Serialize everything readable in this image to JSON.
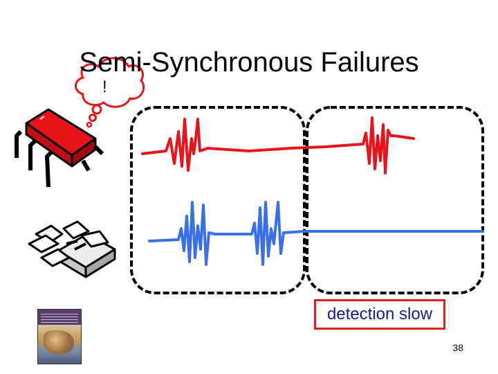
{
  "slide": {
    "title": "Semi-Synchronous Failures",
    "thought_symbol": "!",
    "caption": "detection slow",
    "slide_number": "38"
  },
  "colors": {
    "red_process": "#e8141a",
    "blue_process": "#3a6fe8",
    "caption_border": "#e0201e",
    "caption_text": "#1a1a8c"
  },
  "icons": {
    "thought_bubble": "thought-bubble-icon",
    "live_process": "red-bug-chip-icon",
    "crashed_process": "dead-bug-chip-icon",
    "book": "book-cover-icon"
  }
}
